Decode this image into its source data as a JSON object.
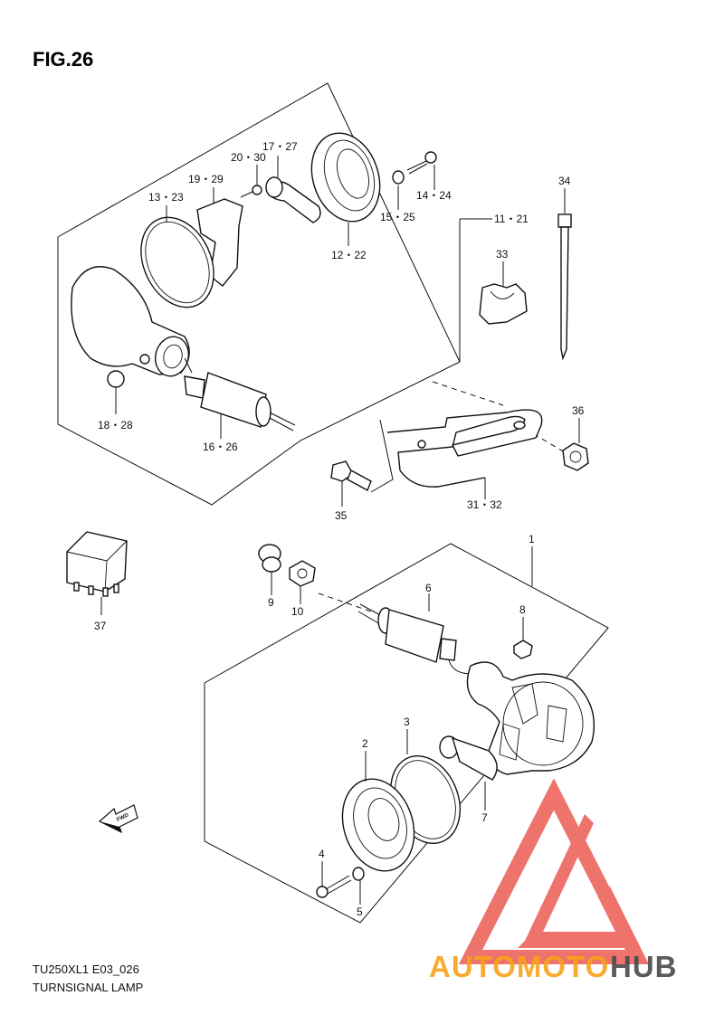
{
  "figure": {
    "title": "FIG.26"
  },
  "footer": {
    "code": "TU250XL1 E03_026",
    "name": "TURNSIGNAL LAMP"
  },
  "callouts": {
    "c17_27": "17・27",
    "c20_30": "20・30",
    "c19_29": "19・29",
    "c13_23": "13・23",
    "c14_24": "14・24",
    "c15_25": "15・25",
    "c11_21": "11・21",
    "c12_22": "12・22",
    "c18_28": "18・28",
    "c16_26": "16・26",
    "c31_32": "31・32",
    "c34": "34",
    "c33": "33",
    "c36": "36",
    "c35": "35",
    "c37": "37",
    "c1": "1",
    "c9": "9",
    "c10": "10",
    "c6": "6",
    "c8": "8",
    "c2": "2",
    "c3": "3",
    "c7": "7",
    "c4": "4",
    "c5": "5"
  },
  "watermark": {
    "part1": "AUTOMOTO",
    "part2": "HUB",
    "color1": "#f7a21b",
    "color2": "#4a4a4a",
    "triangle_color": "#e8453c"
  },
  "fwd_label": "FWD"
}
